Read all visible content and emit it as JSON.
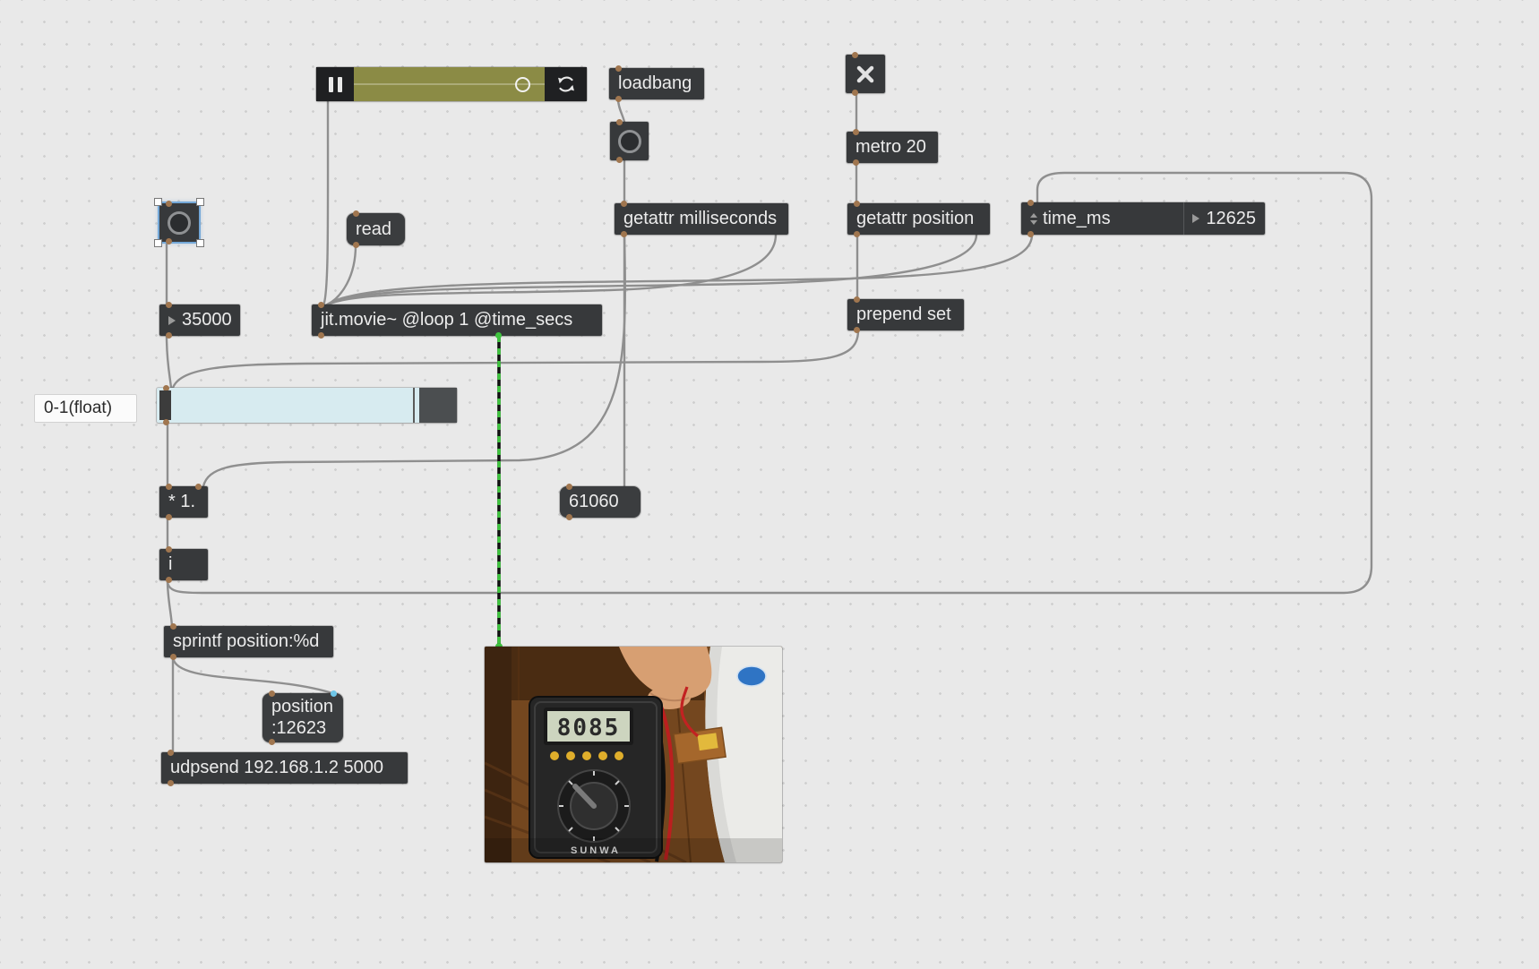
{
  "colors": {
    "selection_blue": "#74a8d8",
    "playbar_track_olive": "#8b8b45",
    "slider_fill_blue": "#d7ebf0",
    "jit_cord_green": "#3fc43f",
    "box_dark": "#37393b",
    "cord_gray": "#8f8f8f"
  },
  "playbar": {
    "pause_icon": "pause-icon",
    "sync_icon": "sync-loop-icon"
  },
  "objects": {
    "loadbang": "loadbang",
    "metro": "metro 20",
    "getattr_milliseconds": "getattr milliseconds",
    "getattr_position": "getattr position",
    "attrui_label": "time_ms",
    "attrui_value": "12625",
    "read_message": "read",
    "number_box_value": "35000",
    "jit_movie": "jit.movie~ @loop 1 @time_secs",
    "prepend_set": "prepend set",
    "comment_label": "0-1(float)",
    "multiply": "* 1.",
    "number_milliseconds": "61060",
    "int_object": "i",
    "sprintf": "sprintf position:%d",
    "position_message_line1": "position",
    "position_message_line2": ":12623",
    "udpsend": "udpsend 192.168.1.2 5000"
  },
  "video_preview": {
    "lcd_text": "8085",
    "brand_text": "SUNWA"
  }
}
